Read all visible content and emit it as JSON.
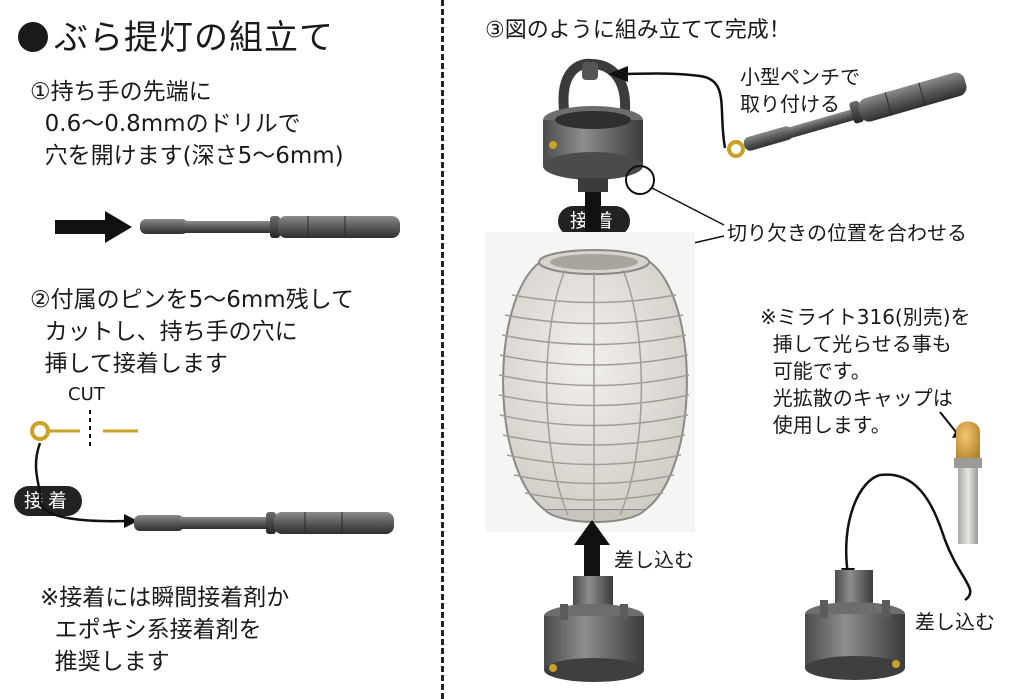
{
  "title": "ぶら提灯の組立て",
  "step1": {
    "lines": [
      "①持ち手の先端に",
      "  0.6〜0.8mmのドリルで",
      "  穴を開けます(深さ5〜6mm)"
    ]
  },
  "step2": {
    "lines": [
      "②付属のピンを5〜6mm残して",
      "  カットし、持ち手の穴に",
      "  挿して接着します"
    ],
    "cut_label": "CUT",
    "glue_label": "接着"
  },
  "note": {
    "lines": [
      "※接着には瞬間接着剤か",
      "  エポキシ系接着剤を",
      "  推奨します"
    ]
  },
  "step3": {
    "title": "③図のように組み立てて完成！",
    "pliers_lines": [
      "小型ペンチで",
      "取り付ける"
    ],
    "glue_label": "接着",
    "notch_label": "切り欠きの位置を合わせる",
    "insert_label": "差し込む",
    "insert_label2": "差し込む",
    "mirite_lines": [
      "※ミライト316(別売)を",
      "  挿して光らせる事も",
      "  可能です。",
      "  光拡散のキャップは",
      "  使用します。"
    ]
  },
  "colors": {
    "text": "#1a1a1a",
    "handle": "#5a5d5c",
    "handle_dark": "#3c3f3e",
    "brass": "#c9a227",
    "shade": "#e4e1dc",
    "led_cap": "#d9a441",
    "led_body": "#c8c8c4"
  }
}
